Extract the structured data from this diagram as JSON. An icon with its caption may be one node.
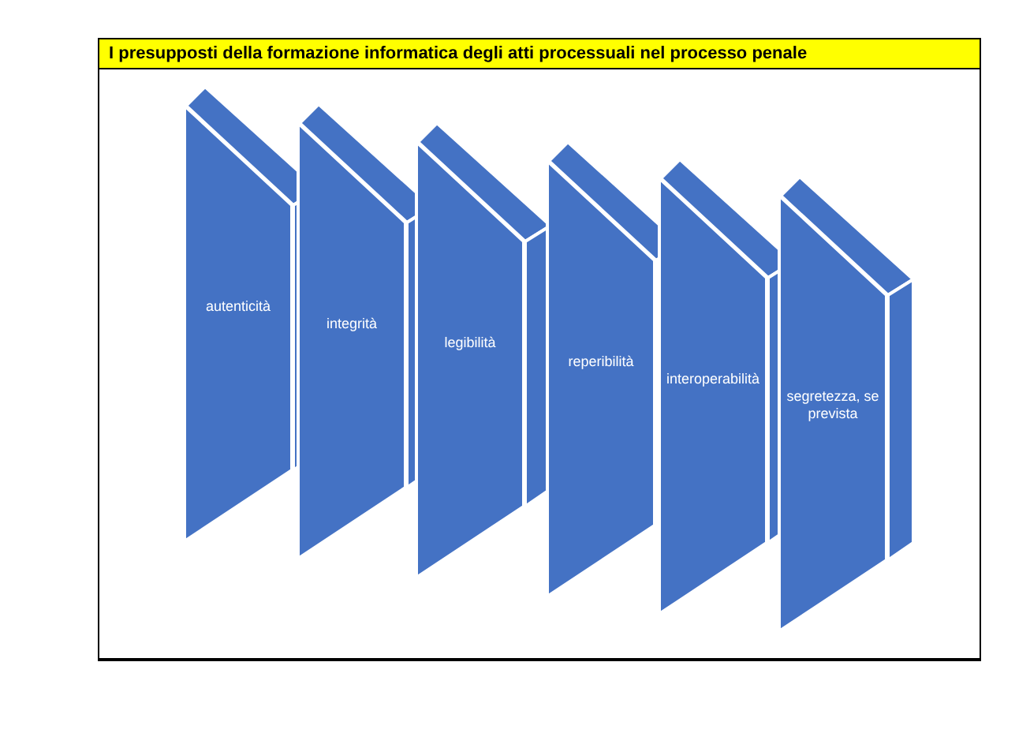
{
  "diagram": {
    "title": "I presupposti della formazione informatica degli atti processuali nel processo penale",
    "nodes": [
      {
        "text": [
          "autenticità"
        ]
      },
      {
        "text": [
          "integrità"
        ]
      },
      {
        "text": [
          "legibilità"
        ]
      },
      {
        "text": [
          "reperibilità"
        ]
      },
      {
        "text": [
          "interoperabilità"
        ]
      },
      {
        "text": [
          "segretezza, se prevista"
        ]
      }
    ]
  }
}
